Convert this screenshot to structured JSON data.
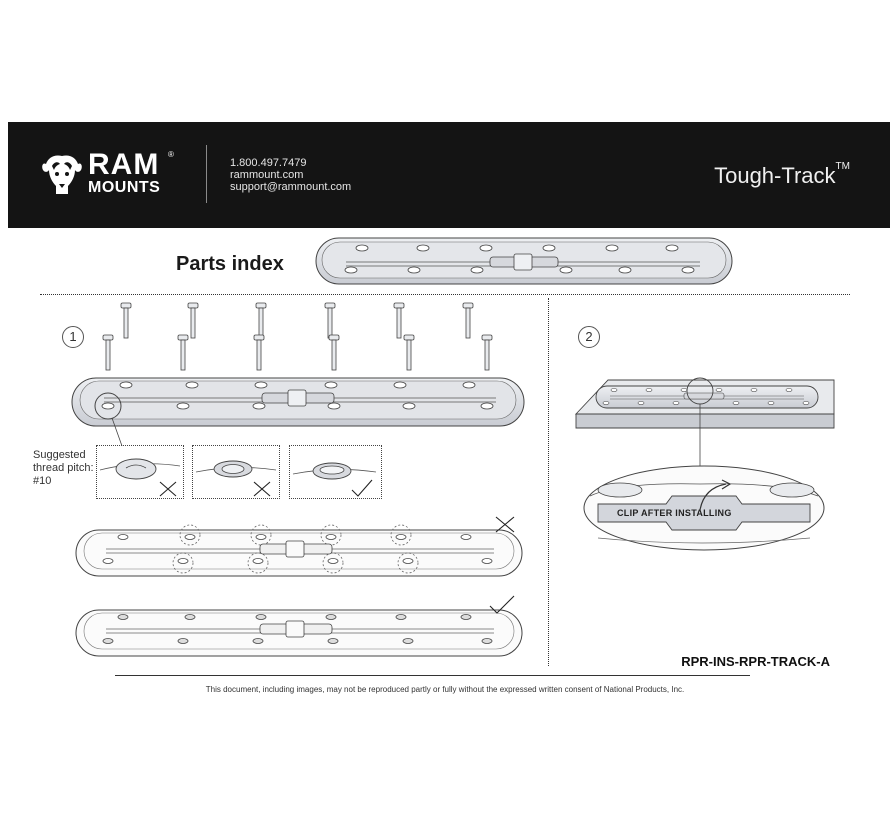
{
  "header": {
    "brand_line1": "RAM",
    "brand_line2": "MOUNTS",
    "brand_reg": "®",
    "phone": "1.800.497.7479",
    "website": "rammount.com",
    "email": "support@rammount.com",
    "product_name": "Tough-Track",
    "product_tm": "TM"
  },
  "parts_index": {
    "title": "Parts index"
  },
  "steps": {
    "step1_number": "1",
    "step2_number": "2",
    "thread_label": "Suggested thread pitch: #10",
    "clip_label": "CLIP AFTER INSTALLING"
  },
  "icons": {
    "logo": "ram-head-logo",
    "wrong": "cross-mark-icon",
    "right": "check-mark-icon"
  },
  "colors": {
    "header_bg": "#141414",
    "part_fill": "#dfe1e6",
    "line": "#333333"
  },
  "document": {
    "code": "RPR-INS-RPR-TRACK-A",
    "footer": "This document, including images, may not be reproduced partly or fully without the expressed written consent of National Products, Inc."
  }
}
